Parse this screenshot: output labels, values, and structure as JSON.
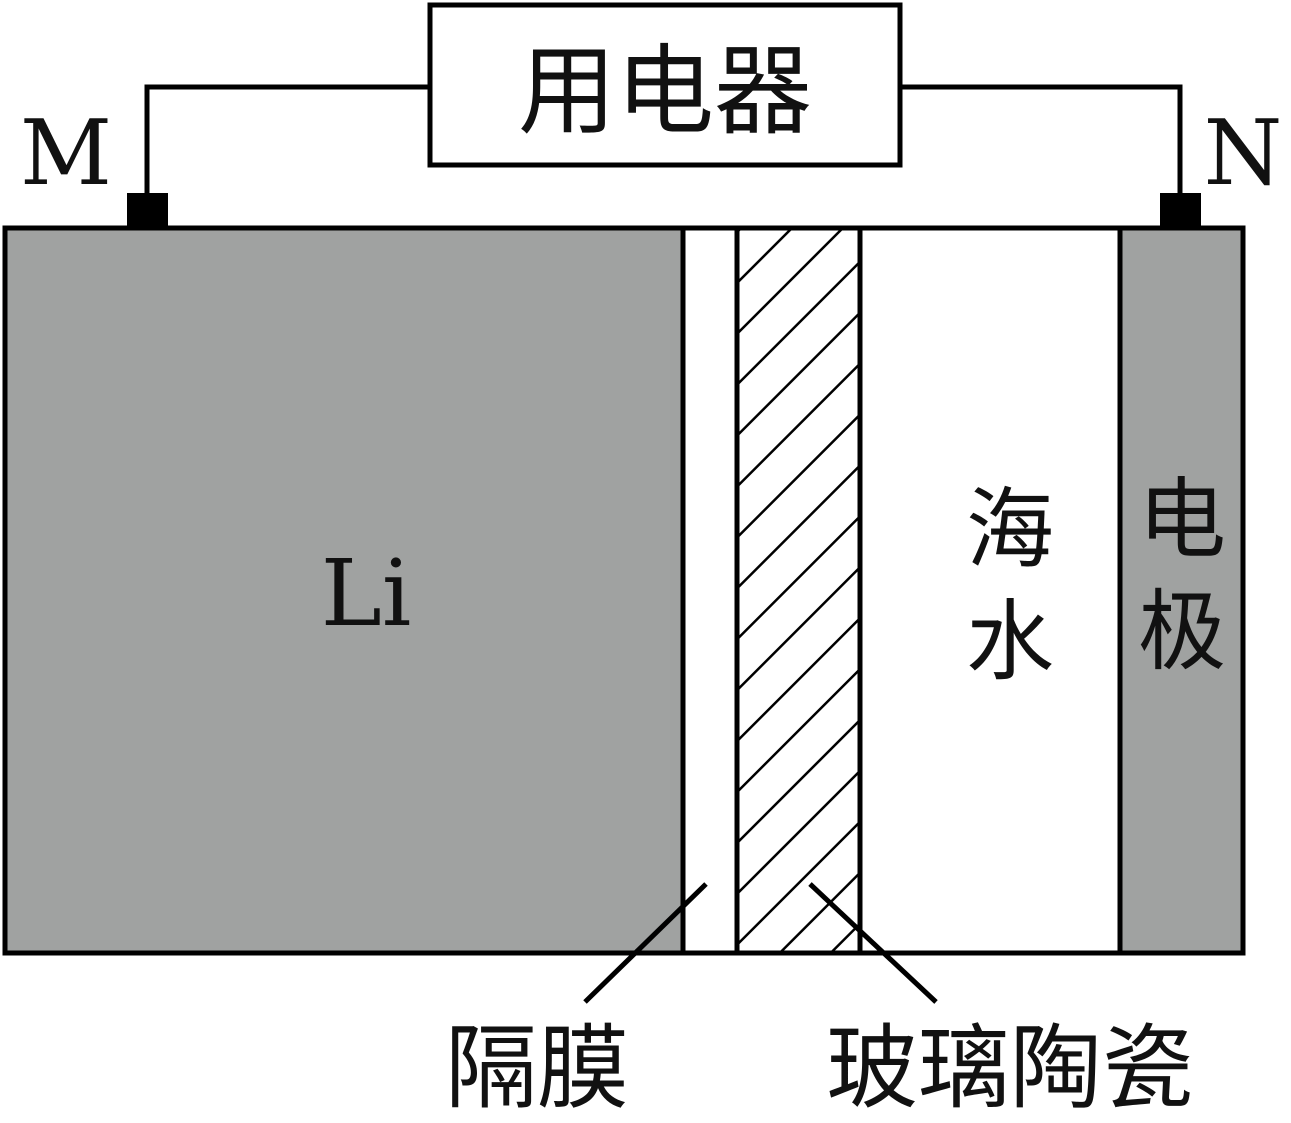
{
  "device_label": "用电器",
  "terminal_left": "M",
  "terminal_right": "N",
  "anode_label": "Li",
  "seawater_label": [
    "海",
    "水"
  ],
  "electrode_label": [
    "电",
    "极"
  ],
  "separator_label": "隔膜",
  "glass_ceramic_label": "玻璃陶瓷",
  "colors": {
    "electrode_gray": "#a0a2a1",
    "line": "#000000"
  }
}
